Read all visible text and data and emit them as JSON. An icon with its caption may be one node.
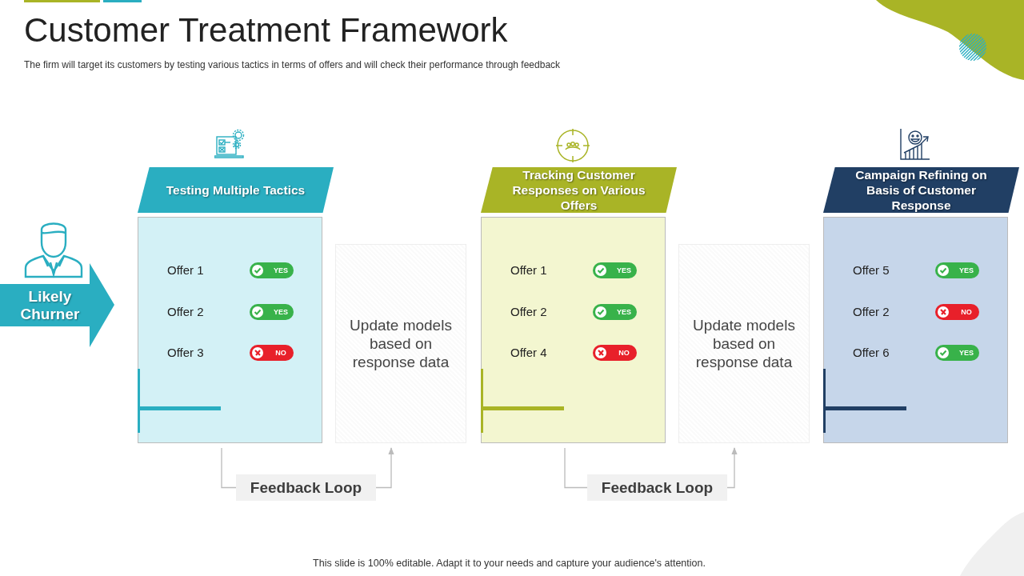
{
  "diagram": {
    "title": "Customer Treatment Framework",
    "nodes": [
      {
        "text": [
          "Likely Churner"
        ]
      },
      {
        "text": [
          "Testing Multiple Tactics"
        ]
      },
      {
        "text": [
          "YES"
        ],
        "beside": [
          "Offer 1"
        ],
        "in": 1
      },
      {
        "text": [
          "YES"
        ],
        "beside": [
          "Offer 2"
        ],
        "in": 1
      },
      {
        "text": [
          "NO"
        ],
        "beside": [
          "Offer 3"
        ],
        "in": 1
      },
      {
        "text": [
          "Update models based on response data"
        ]
      },
      {
        "text": [
          "Tracking Customer Responses on Various Offers"
        ]
      },
      {
        "text": [
          "YES"
        ],
        "beside": [
          "Offer 1"
        ],
        "in": 6
      },
      {
        "text": [
          "YES"
        ],
        "beside": [
          "Offer 2"
        ],
        "in": 6
      },
      {
        "text": [
          "NO"
        ],
        "beside": [
          "Offer 4"
        ],
        "in": 6
      },
      {
        "text": [
          "Update models based on response data"
        ]
      },
      {
        "text": [
          "Campaign Refining on Basis of Customer Response"
        ]
      },
      {
        "text": [
          "YES"
        ],
        "beside": [
          "Offer 5"
        ],
        "in": 11
      },
      {
        "text": [
          "NO"
        ],
        "beside": [
          "Offer 2"
        ],
        "in": 11
      },
      {
        "text": [
          "YES"
        ],
        "beside": [
          "Offer 6"
        ],
        "in": 11
      },
      {
        "text": [
          "Feedback Loop"
        ]
      },
      {
        "text": [
          "Feedback Loop"
        ]
      }
    ],
    "edges": [
      {
        "from": 1,
        "to": 15,
        "arrow": "none"
      },
      {
        "from": 15,
        "to": 5,
        "arrow": "to"
      },
      {
        "from": 6,
        "to": 16,
        "arrow": "none"
      },
      {
        "from": 16,
        "to": 10,
        "arrow": "to"
      }
    ],
    "labels": [
      "The firm will target its customers by testing various tactics in terms of offers and will check their performance through feedback",
      "This slide is 100% editable. Adapt it to your needs and capture your audience's attention."
    ]
  }
}
